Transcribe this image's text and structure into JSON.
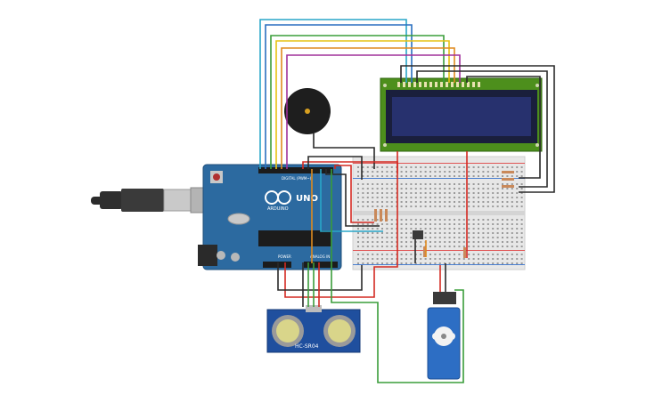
{
  "board": {
    "brand": "UNO",
    "sub_brand": "ARDUINO",
    "digital_label": "DIGITAL (PWM~)",
    "power_label": "POWER",
    "analog_label": "ANALOG IN"
  },
  "sensor": {
    "model": "HC-SR04"
  },
  "colors": {
    "board": "#2c6aa0",
    "lcd_pcb": "#4d8f1c",
    "lcd_screen": "#27316e",
    "breadboard": "#e7e7e7",
    "wire_black": "#2a2a2a",
    "wire_red": "#d42a22",
    "wire_green": "#3a9d3a",
    "wire_cyan": "#29a6c8",
    "wire_blue": "#2a6fc0",
    "wire_yellow": "#e6c212",
    "wire_orange": "#e08a1e",
    "wire_purple": "#a0309a",
    "servo": "#2d6ec4"
  }
}
